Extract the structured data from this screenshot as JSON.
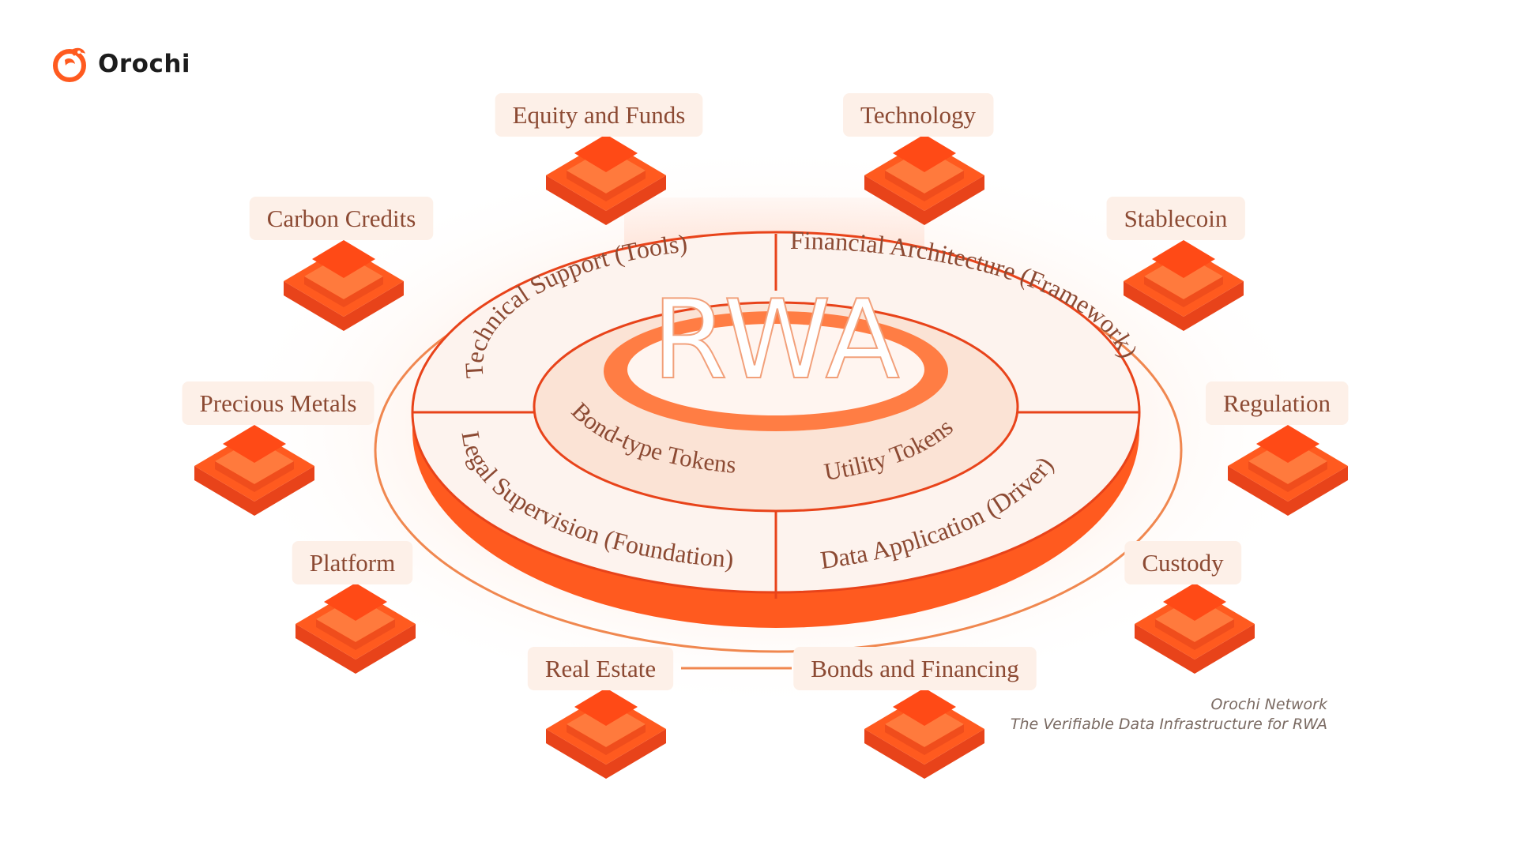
{
  "brand": {
    "name": "Orochi",
    "logo_icon": "orochi-dragon-logo-icon",
    "accent": "#ff5a1f"
  },
  "center": {
    "title": "RWA",
    "inner": {
      "left": "Bond-type Tokens",
      "right": "Utility Tokens"
    },
    "quadrants": {
      "top_left": "Technical Support (Tools)",
      "top_right": "Financial Architecture (Framework)",
      "bottom_left": "Legal Supervision (Foundation)",
      "bottom_right": "Data Application (Driver)"
    }
  },
  "nodes": [
    {
      "id": "equity",
      "label": "Equity and Funds"
    },
    {
      "id": "technology",
      "label": "Technology"
    },
    {
      "id": "carbon",
      "label": "Carbon Credits"
    },
    {
      "id": "stablecoin",
      "label": "Stablecoin"
    },
    {
      "id": "metals",
      "label": "Precious Metals"
    },
    {
      "id": "regulation",
      "label": "Regulation"
    },
    {
      "id": "platform",
      "label": "Platform"
    },
    {
      "id": "custody",
      "label": "Custody"
    },
    {
      "id": "realestate",
      "label": "Real Estate"
    },
    {
      "id": "bonds",
      "label": "Bonds and Financing"
    }
  ],
  "footer": {
    "line1": "Orochi Network",
    "line2": "The Verifiable Data Infrastructure for RWA"
  },
  "colors": {
    "accent": "#ff5a1f",
    "accent_dark": "#e8431a",
    "label_bg": "#fdf0e8",
    "label_text": "#8c4a33",
    "ring": "#f0874f"
  }
}
